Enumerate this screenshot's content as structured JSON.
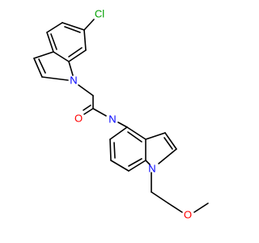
{
  "molecule": {
    "atom_labels": {
      "chlorine": "Cl",
      "indole_n_top": "N",
      "carbonyl_o": "O",
      "amide_n": "N",
      "indole_n_bottom": "N",
      "ether_o": "O"
    },
    "colors": {
      "bond": "#000000",
      "chlorine": "#00a000",
      "nitrogen": "#0000ff",
      "oxygen": "#ff0000"
    }
  }
}
